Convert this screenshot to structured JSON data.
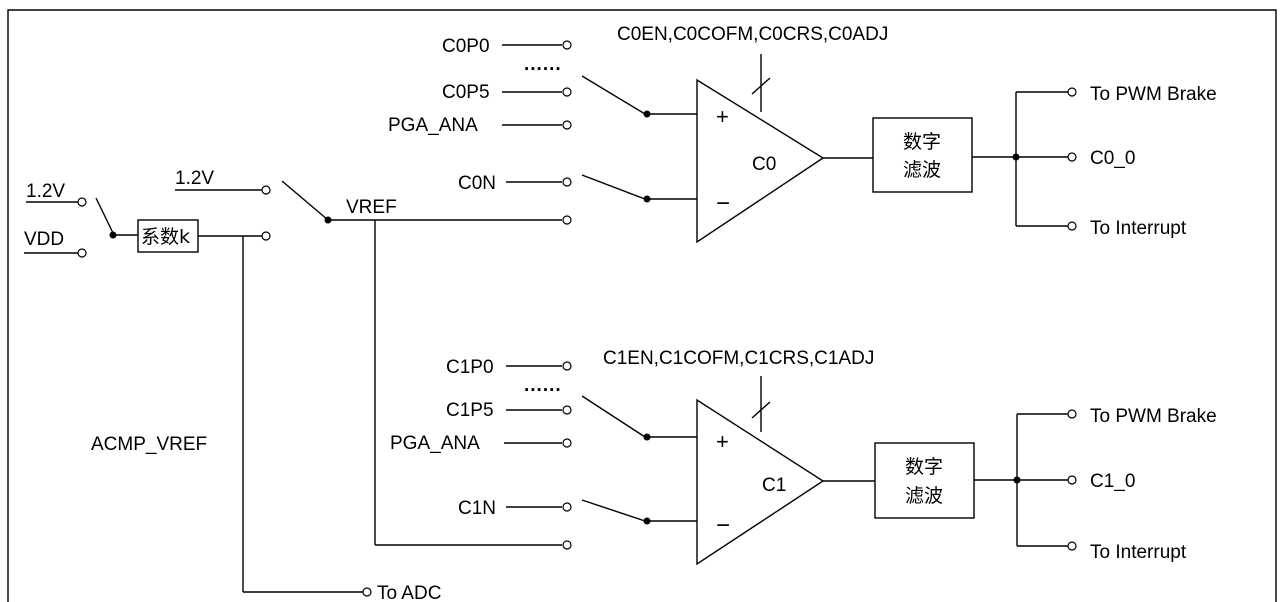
{
  "ref_sources": {
    "v12": "1.2V",
    "vdd": "VDD",
    "scale_block": "系数k",
    "ref_option_v12": "1.2V",
    "vref": "VREF",
    "acmp_vref": "ACMP_VREF",
    "to_adc": "To ADC"
  },
  "comparators": [
    {
      "control_bus": "C0EN,C0COFM,C0CRS,C0ADJ",
      "pos_inputs": [
        "C0P0",
        "......",
        "C0P5",
        "PGA_ANA"
      ],
      "neg_input": "C0N",
      "plus_sign": "+",
      "minus_sign": "−",
      "name": "C0",
      "filter_line1": "数字",
      "filter_line2": "滤波",
      "outputs": [
        "To PWM Brake",
        "C0_0",
        "To Interrupt"
      ]
    },
    {
      "control_bus": "C1EN,C1COFM,C1CRS,C1ADJ",
      "pos_inputs": [
        "C1P0",
        "......",
        "C1P5",
        "PGA_ANA"
      ],
      "neg_input": "C1N",
      "plus_sign": "+",
      "minus_sign": "−",
      "name": "C1",
      "filter_line1": "数字",
      "filter_line2": "滤波",
      "outputs": [
        "To PWM Brake",
        "C1_0",
        "To Interrupt"
      ]
    }
  ]
}
